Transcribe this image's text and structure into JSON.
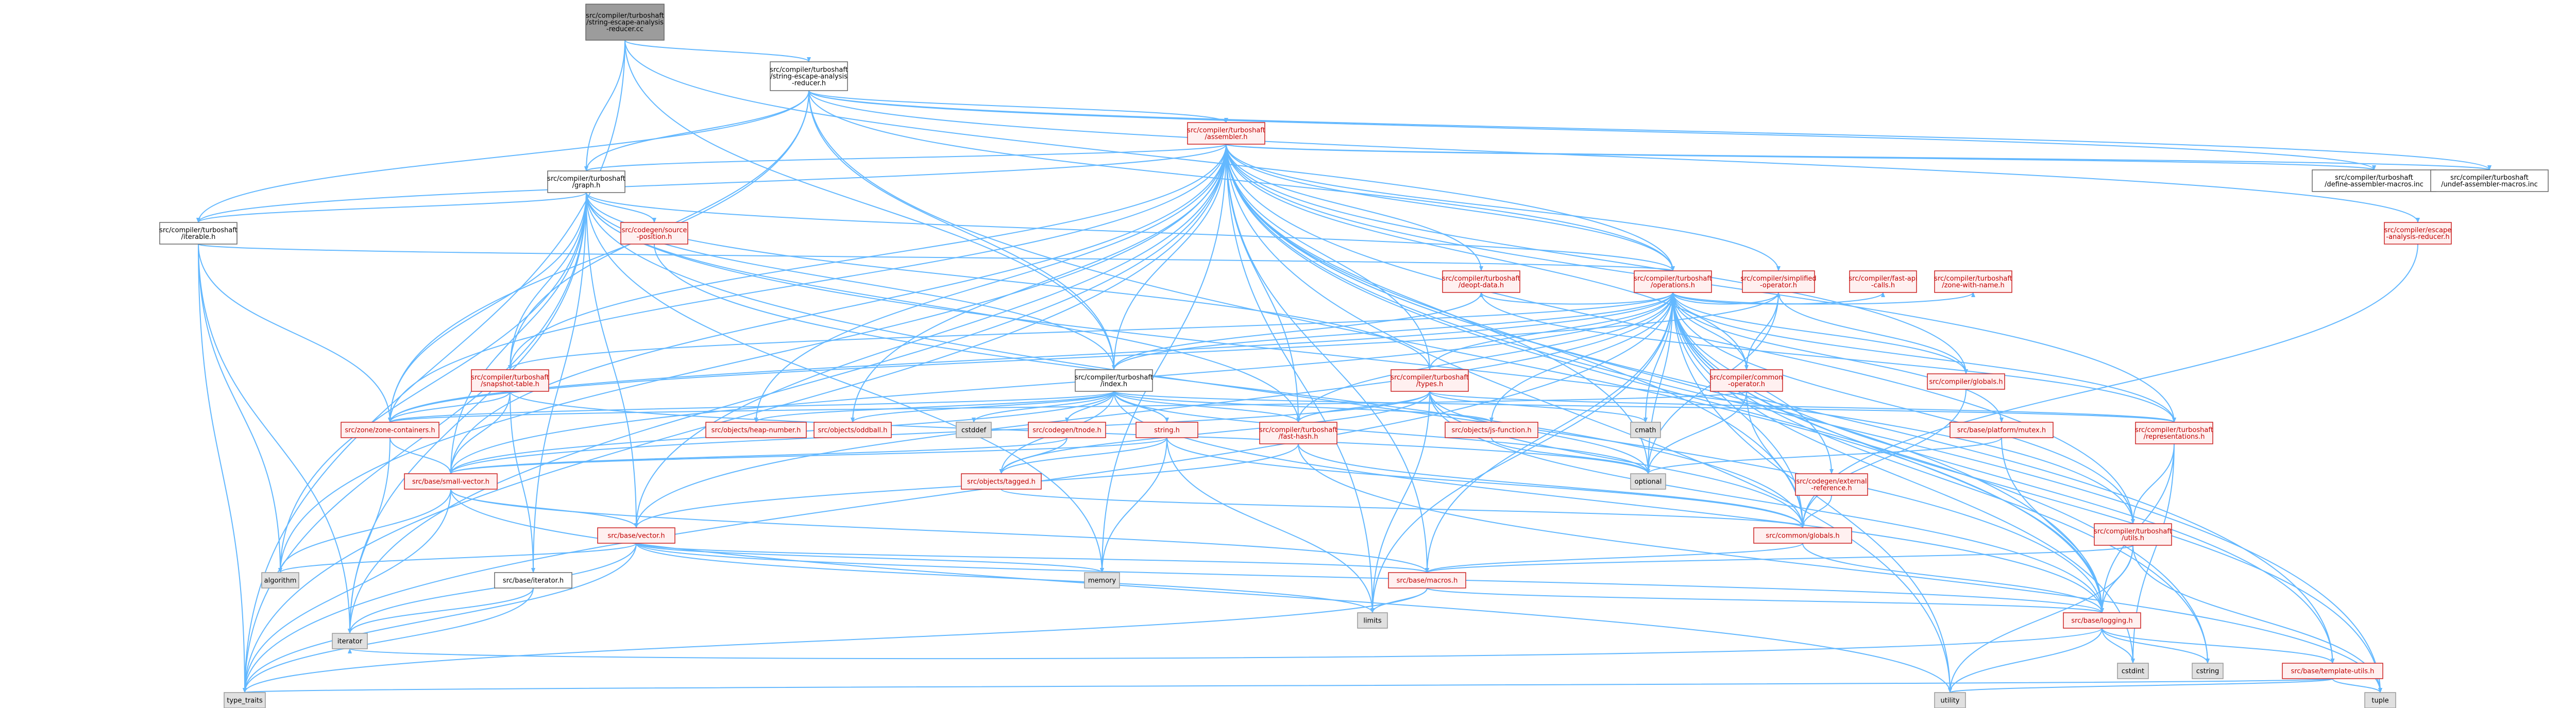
{
  "colors": {
    "edge": "#63b8ff",
    "root_fill": "#9c9c9c",
    "root_stroke": "#666666",
    "doc_fill": "#ffffff",
    "doc_stroke": "#666666",
    "missing_fill": "#fff0f0",
    "missing_stroke": "#cc2222",
    "system_fill": "#e0e0e0",
    "system_stroke": "#999999",
    "text": "#000000",
    "text_missing": "#c00000"
  },
  "nodes": [
    {
      "id": "root",
      "kind": "root",
      "lines": [
        "src/compiler/turboshaft",
        "/string-escape-analysis",
        "-reducer.cc"
      ]
    },
    {
      "id": "seah",
      "kind": "doc",
      "lines": [
        "src/compiler/turboshaft",
        "/string-escape-analysis",
        "-reducer.h"
      ]
    },
    {
      "id": "assembler",
      "kind": "missing",
      "lines": [
        "src/compiler/turboshaft",
        "/assembler.h"
      ]
    },
    {
      "id": "graph",
      "kind": "doc",
      "lines": [
        "src/compiler/turboshaft",
        "/graph.h"
      ]
    },
    {
      "id": "defasm",
      "kind": "doc",
      "lines": [
        "src/compiler/turboshaft",
        "/define-assembler-macros.inc"
      ]
    },
    {
      "id": "undefasm",
      "kind": "doc",
      "lines": [
        "src/compiler/turboshaft",
        "/undef-assembler-macros.inc"
      ]
    },
    {
      "id": "iterable",
      "kind": "doc",
      "lines": [
        "src/compiler/turboshaft",
        "/iterable.h"
      ]
    },
    {
      "id": "srcpos",
      "kind": "missing",
      "lines": [
        "src/codegen/source",
        "-position.h"
      ]
    },
    {
      "id": "operations",
      "kind": "missing",
      "lines": [
        "src/compiler/turboshaft",
        "/operations.h"
      ]
    },
    {
      "id": "escape",
      "kind": "missing",
      "lines": [
        "src/compiler/escape",
        "-analysis-reducer.h"
      ]
    },
    {
      "id": "deopt",
      "kind": "missing",
      "lines": [
        "src/compiler/turboshaft",
        "/deopt-data.h"
      ]
    },
    {
      "id": "simplified",
      "kind": "missing",
      "lines": [
        "src/compiler/simplified",
        "-operator.h"
      ]
    },
    {
      "id": "fastapi",
      "kind": "missing",
      "lines": [
        "src/compiler/fast-api",
        "-calls.h"
      ]
    },
    {
      "id": "zonewithname",
      "kind": "missing",
      "lines": [
        "src/compiler/turboshaft",
        "/zone-with-name.h"
      ]
    },
    {
      "id": "snapshot",
      "kind": "missing",
      "lines": [
        "src/compiler/turboshaft",
        "/snapshot-table.h"
      ]
    },
    {
      "id": "index",
      "kind": "doc",
      "lines": [
        "src/compiler/turboshaft",
        "/index.h"
      ]
    },
    {
      "id": "types",
      "kind": "missing",
      "lines": [
        "src/compiler/turboshaft",
        "/types.h"
      ]
    },
    {
      "id": "commonop",
      "kind": "missing",
      "lines": [
        "src/compiler/common",
        "-operator.h"
      ]
    },
    {
      "id": "cglobals",
      "kind": "missing",
      "lines": [
        "src/compiler/globals.h"
      ]
    },
    {
      "id": "zonecont",
      "kind": "missing",
      "lines": [
        "src/zone/zone-containers.h"
      ]
    },
    {
      "id": "heapnum",
      "kind": "missing",
      "lines": [
        "src/objects/heap-number.h"
      ]
    },
    {
      "id": "oddball",
      "kind": "missing",
      "lines": [
        "src/objects/oddball.h"
      ]
    },
    {
      "id": "cstddef",
      "kind": "system",
      "lines": [
        "cstddef"
      ]
    },
    {
      "id": "tnode",
      "kind": "missing",
      "lines": [
        "src/codegen/tnode.h"
      ]
    },
    {
      "id": "stringh",
      "kind": "missing",
      "lines": [
        "string.h"
      ]
    },
    {
      "id": "fasthash",
      "kind": "missing",
      "lines": [
        "src/compiler/turboshaft",
        "/fast-hash.h"
      ]
    },
    {
      "id": "jsfunc",
      "kind": "missing",
      "lines": [
        "src/objects/js-function.h"
      ]
    },
    {
      "id": "cmath",
      "kind": "system",
      "lines": [
        "cmath"
      ]
    },
    {
      "id": "mutex",
      "kind": "missing",
      "lines": [
        "src/base/platform/mutex.h"
      ]
    },
    {
      "id": "reprs",
      "kind": "missing",
      "lines": [
        "src/compiler/turboshaft",
        "/representations.h"
      ]
    },
    {
      "id": "smallvec",
      "kind": "missing",
      "lines": [
        "src/base/small-vector.h"
      ]
    },
    {
      "id": "tagged",
      "kind": "missing",
      "lines": [
        "src/objects/tagged.h"
      ]
    },
    {
      "id": "optional",
      "kind": "system",
      "lines": [
        "optional"
      ]
    },
    {
      "id": "extref",
      "kind": "missing",
      "lines": [
        "src/codegen/external",
        "-reference.h"
      ]
    },
    {
      "id": "commonglobals",
      "kind": "missing",
      "lines": [
        "src/common/globals.h"
      ]
    },
    {
      "id": "tsutils",
      "kind": "missing",
      "lines": [
        "src/compiler/turboshaft",
        "/utils.h"
      ]
    },
    {
      "id": "vector",
      "kind": "missing",
      "lines": [
        "src/base/vector.h"
      ]
    },
    {
      "id": "algorithm",
      "kind": "system",
      "lines": [
        "algorithm"
      ]
    },
    {
      "id": "memory",
      "kind": "system",
      "lines": [
        "memory"
      ]
    },
    {
      "id": "iteratorh",
      "kind": "doc",
      "lines": [
        "src/base/iterator.h"
      ]
    },
    {
      "id": "macros",
      "kind": "missing",
      "lines": [
        "src/base/macros.h"
      ]
    },
    {
      "id": "limits",
      "kind": "system",
      "lines": [
        "limits"
      ]
    },
    {
      "id": "logging",
      "kind": "missing",
      "lines": [
        "src/base/logging.h"
      ]
    },
    {
      "id": "iterator",
      "kind": "system",
      "lines": [
        "iterator"
      ]
    },
    {
      "id": "cstdint",
      "kind": "system",
      "lines": [
        "cstdint"
      ]
    },
    {
      "id": "cstring",
      "kind": "system",
      "lines": [
        "cstring"
      ]
    },
    {
      "id": "template",
      "kind": "missing",
      "lines": [
        "src/base/template-utils.h"
      ]
    },
    {
      "id": "typetraits",
      "kind": "system",
      "lines": [
        "type_traits"
      ]
    },
    {
      "id": "utility",
      "kind": "system",
      "lines": [
        "utility"
      ]
    },
    {
      "id": "tuple",
      "kind": "system",
      "lines": [
        "tuple"
      ]
    }
  ],
  "edges": [
    [
      "root",
      "seah"
    ],
    [
      "root",
      "graph"
    ],
    [
      "root",
      "index"
    ],
    [
      "root",
      "operations"
    ],
    [
      "root",
      "typetraits"
    ],
    [
      "seah",
      "assembler"
    ],
    [
      "seah",
      "graph"
    ],
    [
      "seah",
      "index"
    ],
    [
      "seah",
      "operations"
    ],
    [
      "seah",
      "snapshot"
    ],
    [
      "seah",
      "zonecont"
    ],
    [
      "seah",
      "defasm"
    ],
    [
      "seah",
      "undefasm"
    ],
    [
      "seah",
      "iterable"
    ],
    [
      "seah",
      "escape"
    ],
    [
      "seah",
      "logging"
    ],
    [
      "assembler",
      "graph"
    ],
    [
      "assembler",
      "defasm"
    ],
    [
      "assembler",
      "undefasm"
    ],
    [
      "assembler",
      "operations"
    ],
    [
      "assembler",
      "iterable"
    ],
    [
      "assembler",
      "index"
    ],
    [
      "assembler",
      "snapshot"
    ],
    [
      "assembler",
      "types"
    ],
    [
      "assembler",
      "reprs"
    ],
    [
      "assembler",
      "simplified"
    ],
    [
      "assembler",
      "commonop"
    ],
    [
      "assembler",
      "cglobals"
    ],
    [
      "assembler",
      "vector"
    ],
    [
      "assembler",
      "smallvec"
    ],
    [
      "assembler",
      "logging"
    ],
    [
      "assembler",
      "macros"
    ],
    [
      "assembler",
      "memory"
    ],
    [
      "assembler",
      "iterator"
    ],
    [
      "assembler",
      "cstring"
    ],
    [
      "assembler",
      "limits"
    ],
    [
      "assembler",
      "typetraits"
    ],
    [
      "assembler",
      "utility"
    ],
    [
      "assembler",
      "tuple"
    ],
    [
      "assembler",
      "tsutils"
    ],
    [
      "assembler",
      "template"
    ],
    [
      "assembler",
      "zonecont"
    ],
    [
      "assembler",
      "algorithm"
    ],
    [
      "assembler",
      "heapnum"
    ],
    [
      "assembler",
      "oddball"
    ],
    [
      "assembler",
      "optional"
    ],
    [
      "assembler",
      "commonglobals"
    ],
    [
      "assembler",
      "fasthash"
    ],
    [
      "assembler",
      "deopt"
    ],
    [
      "graph",
      "srcpos"
    ],
    [
      "graph",
      "operations"
    ],
    [
      "graph",
      "iterable"
    ],
    [
      "graph",
      "index"
    ],
    [
      "graph",
      "snapshot"
    ],
    [
      "graph",
      "types"
    ],
    [
      "graph",
      "zonecont"
    ],
    [
      "graph",
      "smallvec"
    ],
    [
      "graph",
      "vector"
    ],
    [
      "graph",
      "algorithm"
    ],
    [
      "graph",
      "memory"
    ],
    [
      "graph",
      "iterator"
    ],
    [
      "graph",
      "typetraits"
    ],
    [
      "graph",
      "iteratorh"
    ],
    [
      "graph",
      "logging"
    ],
    [
      "graph",
      "tsutils"
    ],
    [
      "graph",
      "fasthash"
    ],
    [
      "iterable",
      "operations"
    ],
    [
      "iterable",
      "zonecont"
    ],
    [
      "iterable",
      "algorithm"
    ],
    [
      "iterable",
      "typetraits"
    ],
    [
      "iterable",
      "iterator"
    ],
    [
      "srcpos",
      "commonglobals"
    ],
    [
      "operations",
      "deopt"
    ],
    [
      "operations",
      "simplified"
    ],
    [
      "operations",
      "fastapi"
    ],
    [
      "operations",
      "zonewithname"
    ],
    [
      "operations",
      "snapshot"
    ],
    [
      "operations",
      "index"
    ],
    [
      "operations",
      "types"
    ],
    [
      "operations",
      "commonop"
    ],
    [
      "operations",
      "cglobals"
    ],
    [
      "operations",
      "zonecont"
    ],
    [
      "operations",
      "fasthash"
    ],
    [
      "operations",
      "reprs"
    ],
    [
      "operations",
      "tsutils"
    ],
    [
      "operations",
      "smallvec"
    ],
    [
      "operations",
      "vector"
    ],
    [
      "operations",
      "macros"
    ],
    [
      "operations",
      "logging"
    ],
    [
      "operations",
      "extref"
    ],
    [
      "operations",
      "mutex"
    ],
    [
      "operations",
      "jsfunc"
    ],
    [
      "operations",
      "cmath"
    ],
    [
      "operations",
      "optional"
    ],
    [
      "operations",
      "limits"
    ],
    [
      "operations",
      "typetraits"
    ],
    [
      "operations",
      "utility"
    ],
    [
      "operations",
      "tuple"
    ],
    [
      "operations",
      "cstring"
    ],
    [
      "operations",
      "commonglobals"
    ],
    [
      "operations",
      "template"
    ],
    [
      "operations",
      "cstdint"
    ],
    [
      "escape",
      "commonglobals"
    ],
    [
      "deopt",
      "index"
    ],
    [
      "deopt",
      "reprs"
    ],
    [
      "simplified",
      "commonop"
    ],
    [
      "simplified",
      "cglobals"
    ],
    [
      "simplified",
      "zonecont"
    ],
    [
      "simplified",
      "optional"
    ],
    [
      "snapshot",
      "zonecont"
    ],
    [
      "snapshot",
      "smallvec"
    ],
    [
      "snapshot",
      "iteratorh"
    ],
    [
      "snapshot",
      "optional"
    ],
    [
      "index",
      "zonecont"
    ],
    [
      "index",
      "heapnum"
    ],
    [
      "index",
      "oddball"
    ],
    [
      "index",
      "cstddef"
    ],
    [
      "index",
      "tnode"
    ],
    [
      "index",
      "stringh"
    ],
    [
      "index",
      "fasthash"
    ],
    [
      "index",
      "jsfunc"
    ],
    [
      "index",
      "reprs"
    ],
    [
      "index",
      "tagged"
    ],
    [
      "index",
      "smallvec"
    ],
    [
      "index",
      "logging"
    ],
    [
      "index",
      "optional"
    ],
    [
      "types",
      "fasthash"
    ],
    [
      "types",
      "reprs"
    ],
    [
      "types",
      "smallvec"
    ],
    [
      "types",
      "cmath"
    ],
    [
      "types",
      "limits"
    ],
    [
      "types",
      "optional"
    ],
    [
      "types",
      "commonglobals"
    ],
    [
      "types",
      "logging"
    ],
    [
      "types",
      "tagged"
    ],
    [
      "commonop",
      "commonglobals"
    ],
    [
      "commonop",
      "optional"
    ],
    [
      "commonop",
      "zonecont"
    ],
    [
      "cglobals",
      "commonglobals"
    ],
    [
      "zonecont",
      "smallvec"
    ],
    [
      "zonecont",
      "iterator"
    ],
    [
      "tnode",
      "tagged"
    ],
    [
      "tnode",
      "smallvec"
    ],
    [
      "stringh",
      "tagged"
    ],
    [
      "stringh",
      "memory"
    ],
    [
      "stringh",
      "limits"
    ],
    [
      "stringh",
      "commonglobals"
    ],
    [
      "stringh",
      "smallvec"
    ],
    [
      "fasthash",
      "vector"
    ],
    [
      "fasthash",
      "tuple"
    ],
    [
      "fasthash",
      "commonglobals"
    ],
    [
      "jsfunc",
      "optional"
    ],
    [
      "mutex",
      "logging"
    ],
    [
      "mutex",
      "optional"
    ],
    [
      "reprs",
      "logging"
    ],
    [
      "reprs",
      "tsutils"
    ],
    [
      "reprs",
      "cstdint"
    ],
    [
      "smallvec",
      "algorithm"
    ],
    [
      "smallvec",
      "typetraits"
    ],
    [
      "smallvec",
      "utility"
    ],
    [
      "smallvec",
      "macros"
    ],
    [
      "smallvec",
      "vector"
    ],
    [
      "tagged",
      "commonglobals"
    ],
    [
      "extref",
      "commonglobals"
    ],
    [
      "commonglobals",
      "macros"
    ],
    [
      "commonglobals",
      "logging"
    ],
    [
      "tsutils",
      "logging"
    ],
    [
      "tsutils",
      "macros"
    ],
    [
      "tsutils",
      "tuple"
    ],
    [
      "tsutils",
      "utility"
    ],
    [
      "vector",
      "algorithm"
    ],
    [
      "vector",
      "memory"
    ],
    [
      "vector",
      "iterator"
    ],
    [
      "vector",
      "limits"
    ],
    [
      "vector",
      "macros"
    ],
    [
      "vector",
      "typetraits"
    ],
    [
      "vector",
      "logging"
    ],
    [
      "iteratorh",
      "iterator"
    ],
    [
      "iteratorh",
      "typetraits"
    ],
    [
      "macros",
      "limits"
    ],
    [
      "macros",
      "typetraits"
    ],
    [
      "macros",
      "logging"
    ],
    [
      "logging",
      "cstdint"
    ],
    [
      "logging",
      "cstring"
    ],
    [
      "logging",
      "iterator"
    ],
    [
      "logging",
      "template"
    ],
    [
      "logging",
      "utility"
    ],
    [
      "template",
      "typetraits"
    ],
    [
      "template",
      "utility"
    ],
    [
      "template",
      "tuple"
    ]
  ]
}
